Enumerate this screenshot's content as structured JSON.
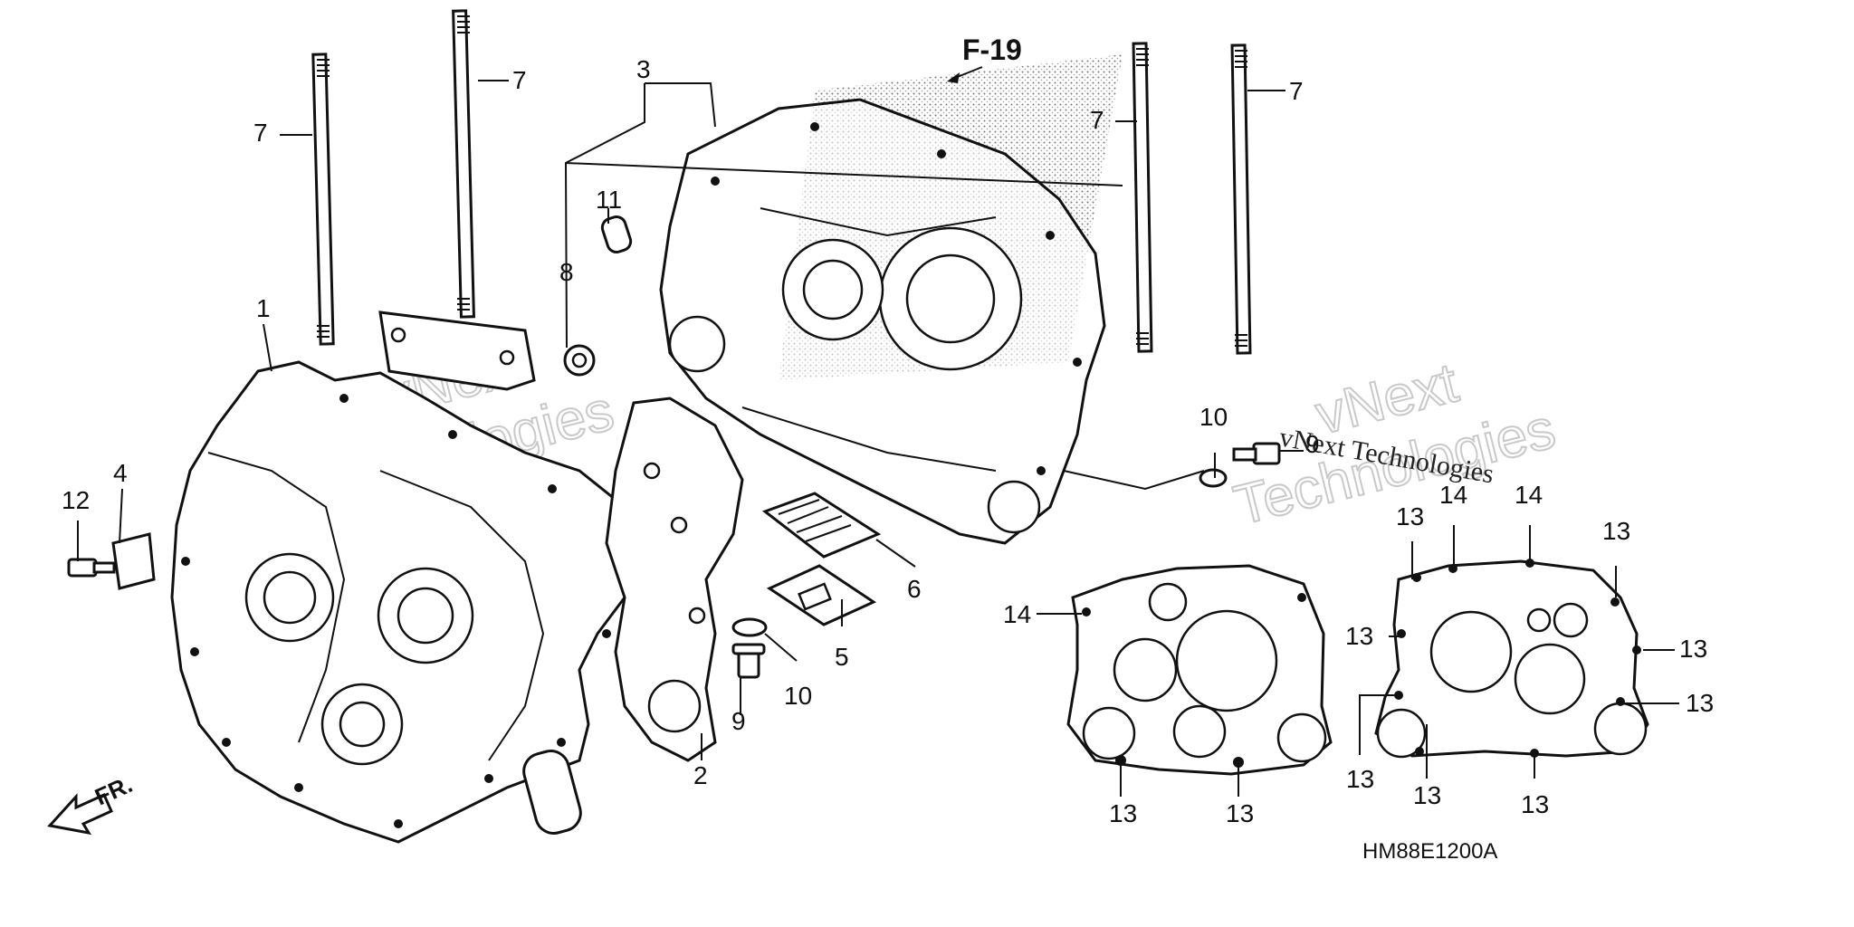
{
  "diagram": {
    "code": "HM88E1200A",
    "reference": "F-19",
    "direction": "FR.",
    "callouts": {
      "c1": "1",
      "c2": "2",
      "c3": "3",
      "c4": "4",
      "c5": "5",
      "c6": "6",
      "c7a": "7",
      "c7b": "7",
      "c7c": "7",
      "c7d": "7",
      "c8": "8",
      "c9a": "9",
      "c9b": "9",
      "c10a": "10",
      "c10b": "10",
      "c11": "11",
      "c12": "12",
      "c13a": "13",
      "c13b": "13",
      "c13c": "13",
      "c13d": "13",
      "c13e": "13",
      "c13f": "13",
      "c13g": "13",
      "c13h": "13",
      "c13i": "13",
      "c13j": "13",
      "c14a": "14",
      "c14b": "14",
      "c14c": "14"
    }
  },
  "watermark": {
    "line1": "vNext",
    "line2": "Technologies",
    "caption": "vNext Technologies"
  }
}
